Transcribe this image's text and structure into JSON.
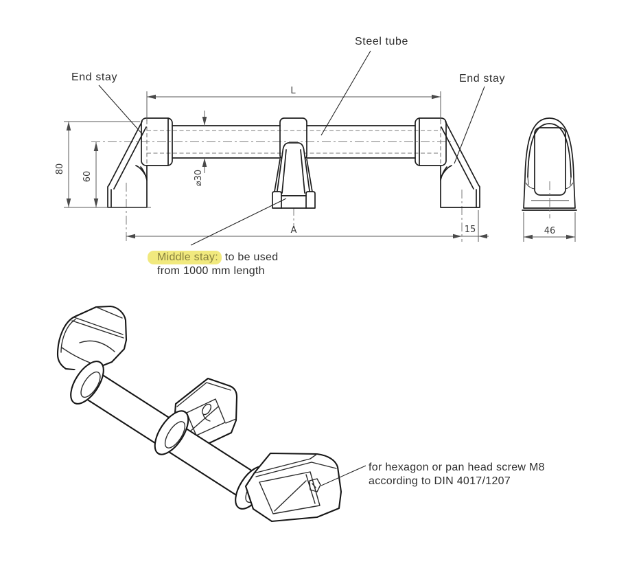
{
  "front_view": {
    "labels": {
      "steel_tube": "Steel tube",
      "end_stay_left": "End stay",
      "end_stay_right": "End stay"
    },
    "dimensions": {
      "tube_length": "L",
      "stay_spacing": "A",
      "overall_height": "80",
      "center_height": "60",
      "tube_diameter": "⌀30",
      "foot_offset": "15"
    }
  },
  "side_view": {
    "dimensions": {
      "stay_width": "46"
    }
  },
  "notes": {
    "middle_stay": {
      "highlighted": "Middle stay:",
      "text_after": "to be used",
      "line2": "from 1000 mm length"
    },
    "screw": {
      "line1": "for hexagon or pan head screw M8",
      "line2": "according to DIN 4017/1207"
    }
  },
  "colors": {
    "background": "#ffffff",
    "object_line": "#1c1c1c",
    "dimension_line": "#5a5a5a",
    "hidden_line": "#787878",
    "text": "#2e2e2e",
    "highlight": "#f1e97e",
    "highlight_text": "#87803d"
  }
}
